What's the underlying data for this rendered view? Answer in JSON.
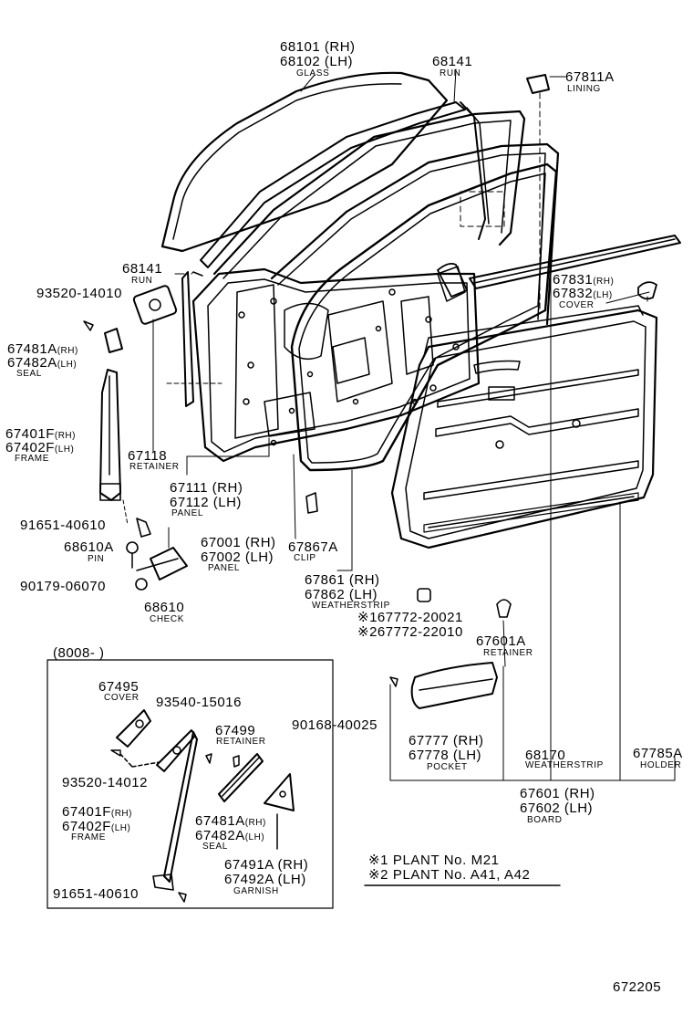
{
  "labels": {
    "glass_rh": "68101 (RH)",
    "glass_lh": "68102 (LH)",
    "glass_desc": "GLASS",
    "run_top": "68141",
    "run_top_desc": "RUN",
    "lining": "67811A",
    "lining_desc": "LINING",
    "run_left": "68141",
    "run_left_desc": "RUN",
    "screw1": "93520-14010",
    "seal_rh": "67481A",
    "seal_rh_tag": "(RH)",
    "seal_lh": "67482A",
    "seal_lh_tag": "(LH)",
    "seal_desc": "SEAL",
    "frame_rh": "67401F",
    "frame_rh_tag": "(RH)",
    "frame_lh": "67402F",
    "frame_lh_tag": "(LH)",
    "frame_desc": "FRAME",
    "retainer1": "67118",
    "retainer1_desc": "RETAINER",
    "panel_a_rh": "67111 (RH)",
    "panel_a_lh": "67112 (LH)",
    "panel_a_desc": "PANEL",
    "bolt1": "91651-40610",
    "pin": "68610A",
    "pin_desc": "PIN",
    "panel_b_rh": "67001 (RH)",
    "panel_b_lh": "67002 (LH)",
    "panel_b_desc": "PANEL",
    "clip": "67867A",
    "clip_desc": "CLIP",
    "bolt2": "90179-06070",
    "check": "68610",
    "check_desc": "CHECK",
    "cover_rh": "67831",
    "cover_rh_tag": "(RH)",
    "cover_lh": "67832",
    "cover_lh_tag": "(LH)",
    "cover_desc": "COVER",
    "ws_rh": "67861 (RH)",
    "ws_lh": "67862 (LH)",
    "ws_desc": "WEATHERSTRIP",
    "alt1": "※167772-20021",
    "alt2": "※267772-22010",
    "retainer2": "67601A",
    "retainer2_desc": "RETAINER",
    "screw2": "90168-40025",
    "pocket_rh": "67777 (RH)",
    "pocket_lh": "67778 (LH)",
    "pocket_desc": "POCKET",
    "ws2": "68170",
    "ws2_desc": "WEATHERSTRIP",
    "holder": "67785A",
    "holder_desc": "HOLDER",
    "board_rh": "67601 (RH)",
    "board_lh": "67602 (LH)",
    "board_desc": "BOARD"
  },
  "inset": {
    "title": "(8008-        )",
    "cover": "67495",
    "cover_desc": "COVER",
    "screw_a": "93540-15016",
    "retainer": "67499",
    "retainer_desc": "RETAINER",
    "screw_b": "93520-14012",
    "frame_rh": "67401F",
    "frame_rh_tag": "(RH)",
    "frame_lh": "67402F",
    "frame_lh_tag": "(LH)",
    "frame_desc": "FRAME",
    "seal_rh": "67481A",
    "seal_rh_tag": "(RH)",
    "seal_lh": "67482A",
    "seal_lh_tag": "(LH)",
    "seal_desc": "SEAL",
    "garnish_rh": "67491A (RH)",
    "garnish_lh": "67492A (LH)",
    "garnish_desc": "GARNISH",
    "bolt": "91651-40610"
  },
  "notes": {
    "note1": "※1 PLANT  No. M21",
    "note2": "※2 PLANT  No. A41, A42"
  },
  "diagram_code": "672205"
}
